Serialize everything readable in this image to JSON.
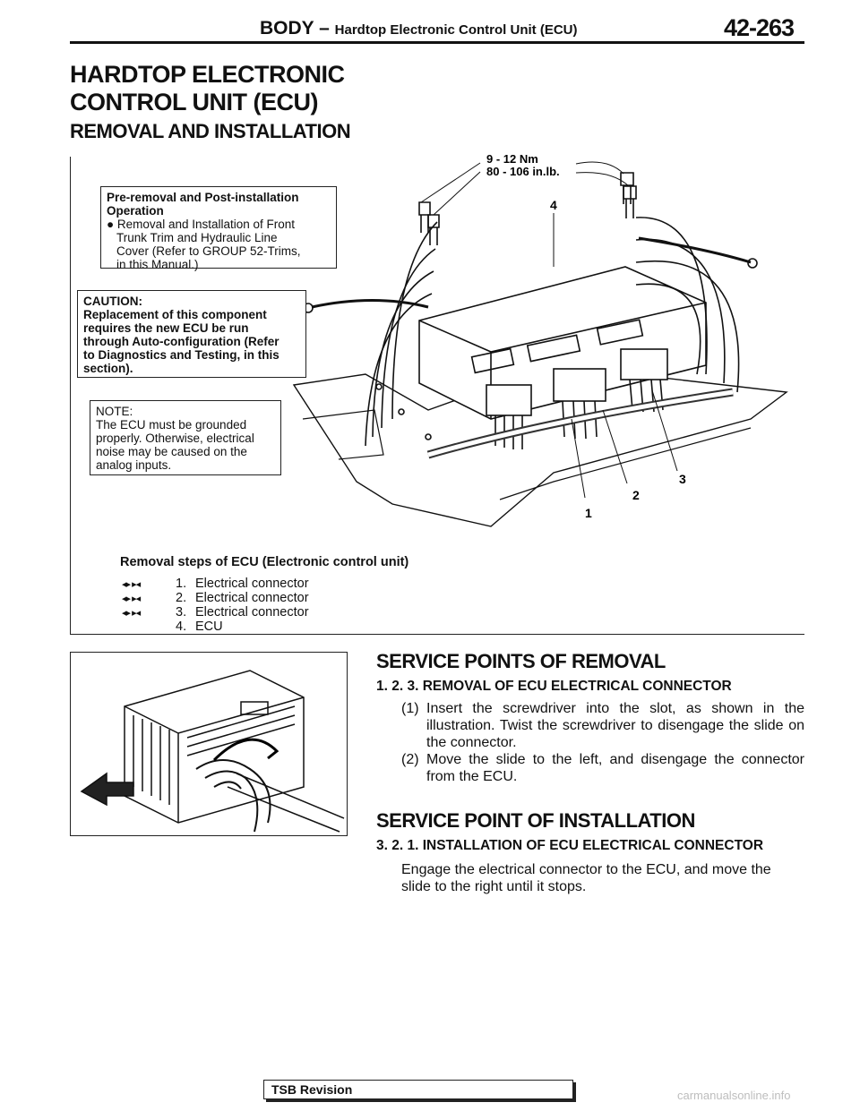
{
  "header": {
    "section": "BODY",
    "dash": " – ",
    "subsection": "Hardtop Electronic Control Unit (ECU)",
    "page_number": "42-263"
  },
  "title": {
    "line1": "HARDTOP ELECTRONIC",
    "line2": "CONTROL UNIT (ECU)"
  },
  "subtitle": "REMOVAL AND INSTALLATION",
  "pre_removal_box": {
    "heading1": "Pre-removal and Post-installation",
    "heading2": "Operation",
    "bullet": "●",
    "line1": "Removal and Installation of Front",
    "line2": "Trunk Trim and Hydraulic Line",
    "line3": "Cover (Refer to GROUP 52-Trims,",
    "line4": "in this Manual.)"
  },
  "caution_box": {
    "label": "CAUTION:",
    "line1": "Replacement of this component",
    "line2": "requires the new ECU be run",
    "line3": "through Auto-configuration (Refer",
    "line4": "to Diagnostics and Testing, in this",
    "line5": "section)."
  },
  "note_box": {
    "label": "NOTE:",
    "line1": "The ECU must be grounded",
    "line2": "properly. Otherwise, electrical",
    "line3": "noise may be caused on the",
    "line4": "analog inputs."
  },
  "diagram": {
    "torque_nm": "9 - 12 Nm",
    "torque_inlb": "80 - 106 in.lb.",
    "callouts": [
      "1",
      "2",
      "3",
      "4"
    ]
  },
  "removal_steps": {
    "heading": "Removal steps of ECU (Electronic control unit)",
    "items": [
      {
        "symbol": "◂▸ ▸◂",
        "num": "1.",
        "label": "Electrical connector"
      },
      {
        "symbol": "◂▸ ▸◂",
        "num": "2.",
        "label": "Electrical connector"
      },
      {
        "symbol": "◂▸ ▸◂",
        "num": "3.",
        "label": "Electrical connector"
      },
      {
        "symbol": "",
        "num": "4.",
        "label": "ECU"
      }
    ]
  },
  "service_removal": {
    "heading": "SERVICE POINTS OF REMOVAL",
    "subheading": "1.  2.  3.  REMOVAL OF ECU ELECTRICAL CONNECTOR",
    "steps": [
      {
        "num": "(1)",
        "text": "Insert the screwdriver into the slot, as shown in the illustration. Twist the screwdriver to disengage the slide on the connector."
      },
      {
        "num": "(2)",
        "text": "Move the slide to the left, and disengage the connector from the ECU."
      }
    ]
  },
  "service_installation": {
    "heading": "SERVICE POINT OF INSTALLATION",
    "subheading": "3.  2.  1.  INSTALLATION OF ECU ELECTRICAL CONNECTOR",
    "text": "Engage the electrical connector to the ECU, and move the slide to the right until it stops."
  },
  "footer": {
    "tsb_label": "TSB Revision",
    "watermark": "carmanualsonline.info"
  }
}
